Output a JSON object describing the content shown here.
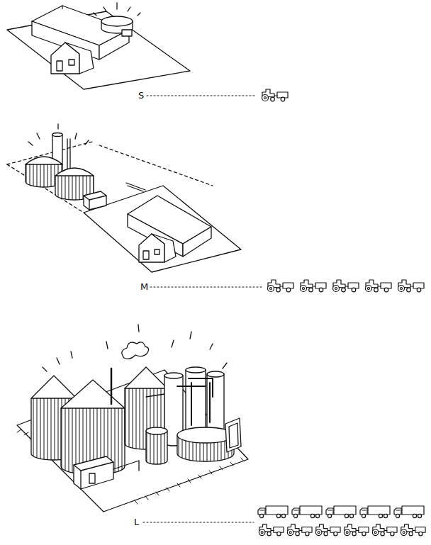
{
  "diagram": {
    "labels": [
      "S",
      "M",
      "L"
    ]
  }
}
